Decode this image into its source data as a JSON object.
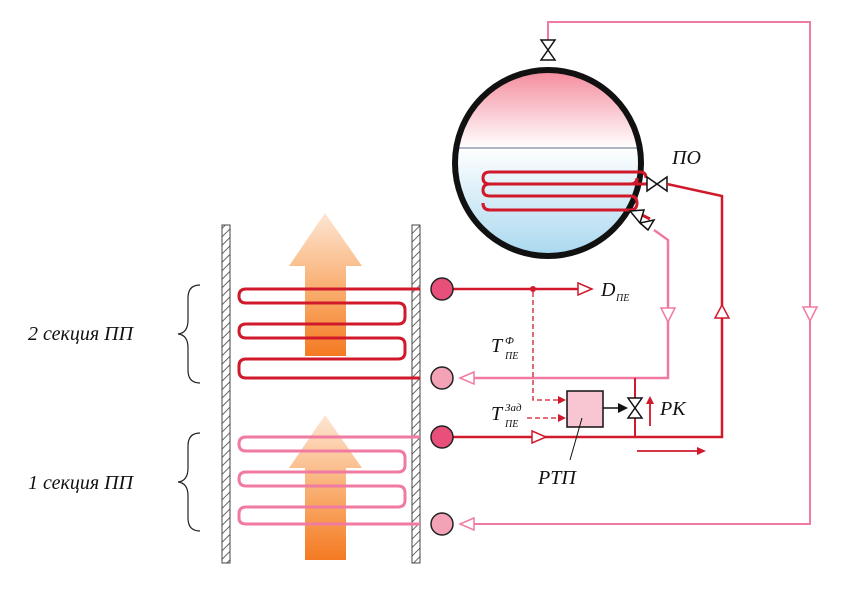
{
  "labels": {
    "section2": "2 секция  ПП",
    "section1": "1 секция  ПП",
    "po": "ПО",
    "d_main": "D",
    "d_sub": "ПЕ",
    "t1_main": "T",
    "t1_sup": "Ф",
    "t1_sub": "ПЕ",
    "t2_main": "T",
    "t2_sup": "Зад",
    "t2_sub": "ПЕ",
    "rk": "РК",
    "rtp": "РТП"
  },
  "colors": {
    "hot_pipe": "#d0192b",
    "cool_pipe": "#f07aa2",
    "wall": "#555555",
    "box": "#f7c6d2",
    "arrow_top": "#fde3cf",
    "arrow_bottom": "#f47d25"
  }
}
